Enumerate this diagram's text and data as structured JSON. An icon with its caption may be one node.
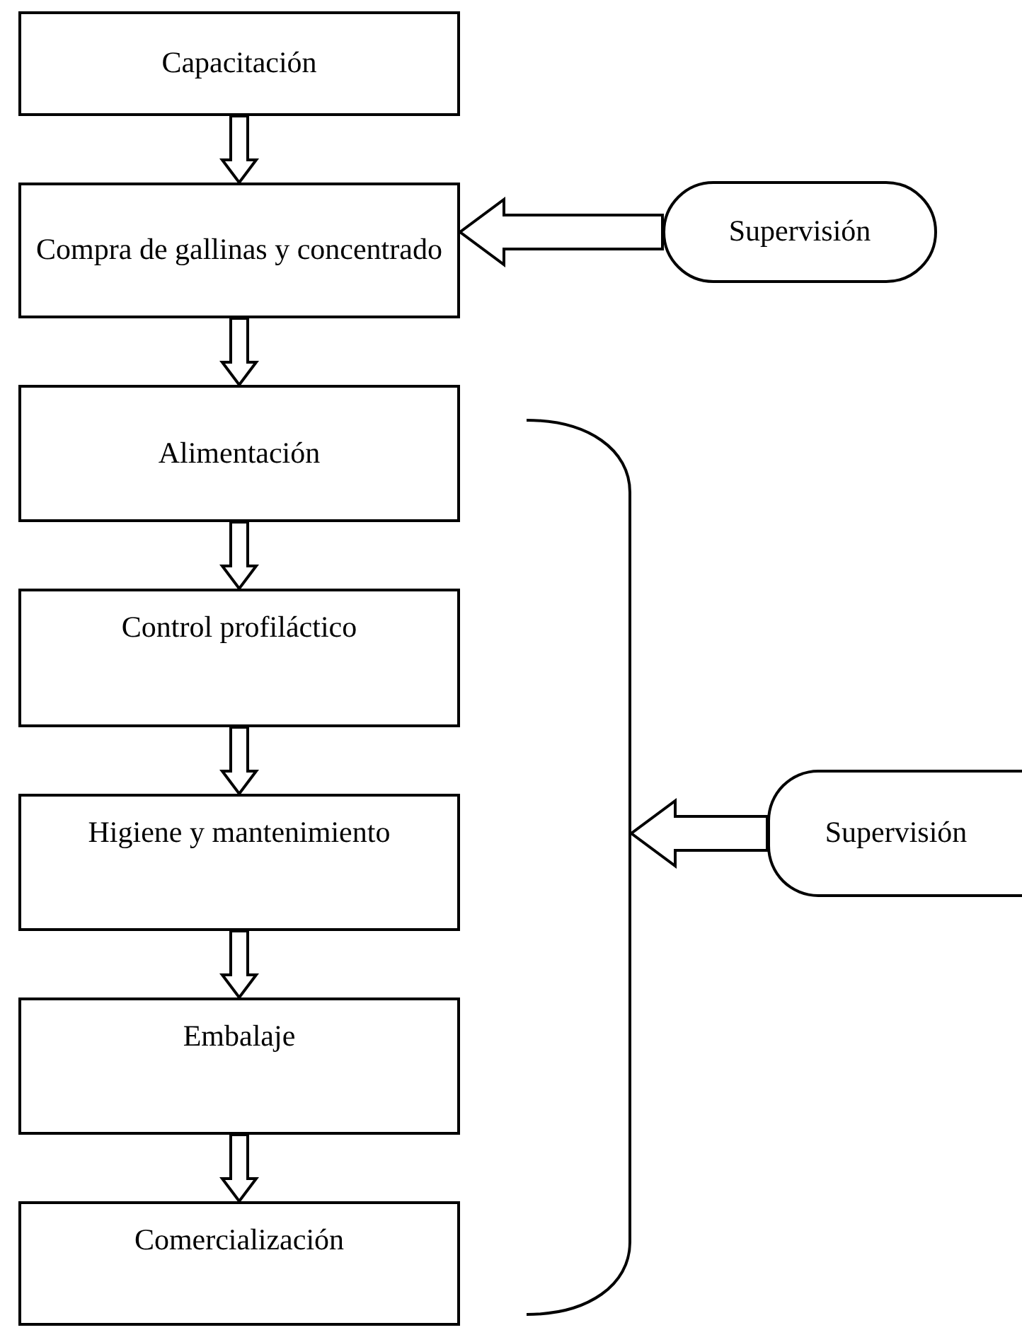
{
  "diagram": {
    "nodes": [
      {
        "text": [
          "Capacitación"
        ]
      },
      {
        "text": [
          "Compra de gallinas y concentrado"
        ]
      },
      {
        "text": [
          "Supervisión"
        ]
      },
      {
        "text": [
          "Alimentación"
        ]
      },
      {
        "text": [
          "Control profiláctico"
        ]
      },
      {
        "text": [
          "Higiene y mantenimiento"
        ]
      },
      {
        "text": [
          "Embalaje"
        ]
      },
      {
        "text": [
          "Comercialización"
        ]
      },
      {
        "text": [],
        "shape": "bracket"
      },
      {
        "text": [
          "Supervisión"
        ]
      }
    ],
    "edges": [
      {
        "from": 0,
        "to": 1,
        "arrow": "to"
      },
      {
        "from": 1,
        "to": 3,
        "arrow": "to"
      },
      {
        "from": 3,
        "to": 4,
        "arrow": "to"
      },
      {
        "from": 4,
        "to": 5,
        "arrow": "to"
      },
      {
        "from": 5,
        "to": 6,
        "arrow": "to"
      },
      {
        "from": 6,
        "to": 7,
        "arrow": "to"
      },
      {
        "from": 2,
        "to": 1,
        "arrow": "to"
      },
      {
        "from": 9,
        "to": 8,
        "arrow": "to"
      }
    ]
  }
}
